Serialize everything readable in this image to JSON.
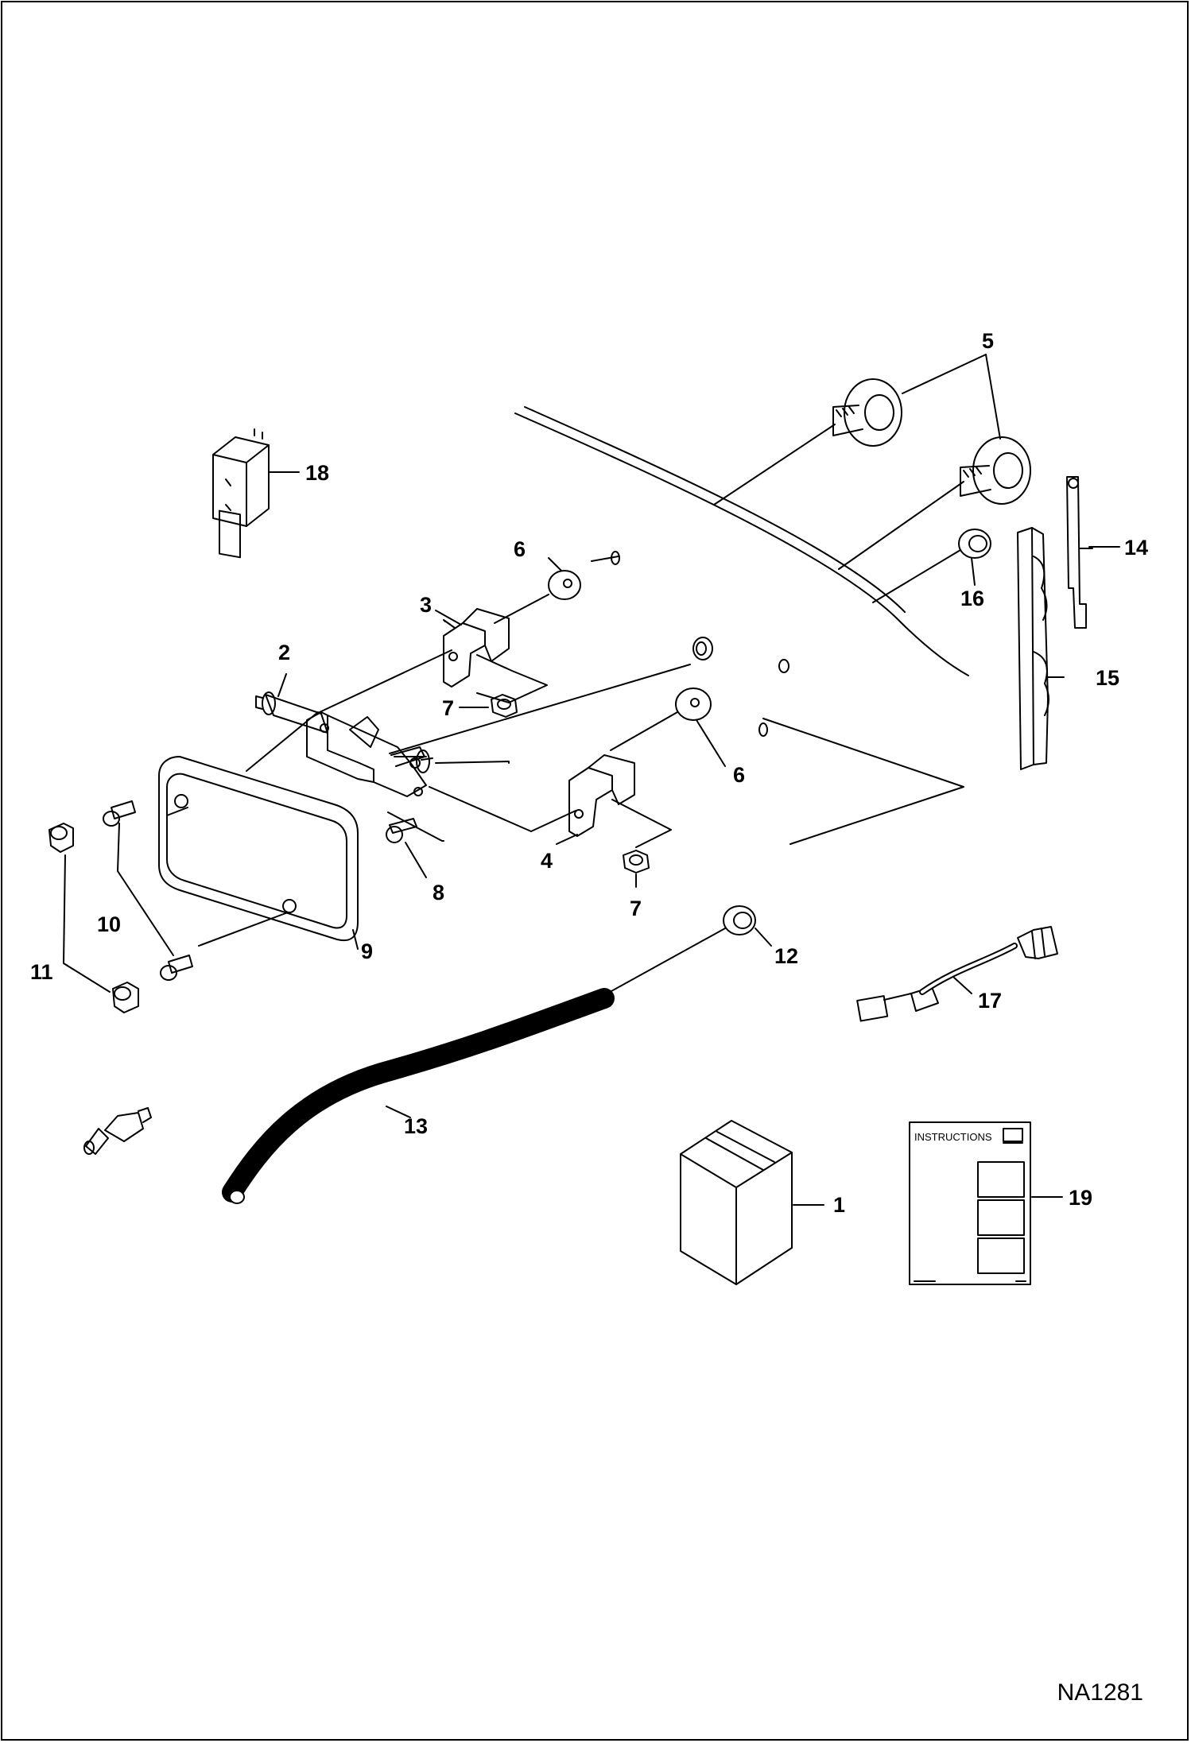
{
  "diagram": {
    "drawing_code": "NA1281",
    "instructions_sheet_heading": "INSTRUCTIONS",
    "callouts": [
      {
        "id": "c1",
        "label": "1"
      },
      {
        "id": "c2",
        "label": "2"
      },
      {
        "id": "c3",
        "label": "3"
      },
      {
        "id": "c4",
        "label": "4"
      },
      {
        "id": "c5",
        "label": "5"
      },
      {
        "id": "c6a",
        "label": "6"
      },
      {
        "id": "c6b",
        "label": "6"
      },
      {
        "id": "c7a",
        "label": "7"
      },
      {
        "id": "c7b",
        "label": "7"
      },
      {
        "id": "c8",
        "label": "8"
      },
      {
        "id": "c9",
        "label": "9"
      },
      {
        "id": "c10",
        "label": "10"
      },
      {
        "id": "c11",
        "label": "11"
      },
      {
        "id": "c12",
        "label": "12"
      },
      {
        "id": "c13",
        "label": "13"
      },
      {
        "id": "c14",
        "label": "14"
      },
      {
        "id": "c15",
        "label": "15"
      },
      {
        "id": "c16",
        "label": "16"
      },
      {
        "id": "c17",
        "label": "17"
      },
      {
        "id": "c18",
        "label": "18"
      },
      {
        "id": "c19",
        "label": "19"
      }
    ]
  }
}
